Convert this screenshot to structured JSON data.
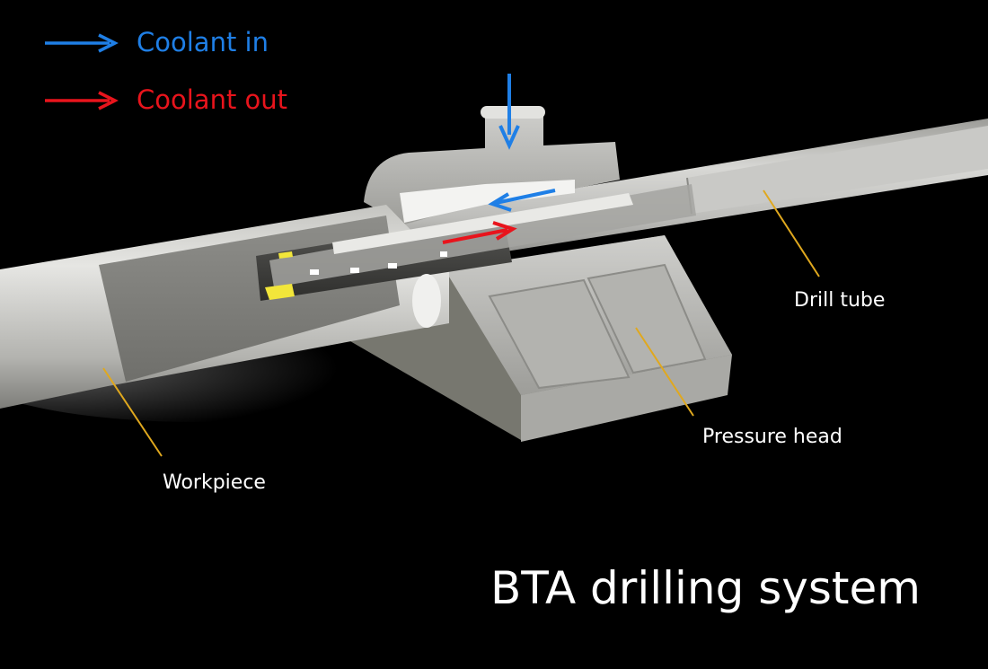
{
  "legend": {
    "coolant_in": {
      "label": "Coolant in",
      "color": "#1f7fe6"
    },
    "coolant_out": {
      "label": "Coolant out",
      "color": "#e8141c"
    }
  },
  "labels": {
    "drill_tube": "Drill tube",
    "pressure_head": "Pressure head",
    "workpiece": "Workpiece"
  },
  "title": "BTA drilling system",
  "colors": {
    "background": "#000000",
    "leader_line": "#e0a81e",
    "metal_light": "#d2d2cf",
    "metal_dark": "#8f8f8b",
    "insert_yellow": "#f2e63a"
  }
}
